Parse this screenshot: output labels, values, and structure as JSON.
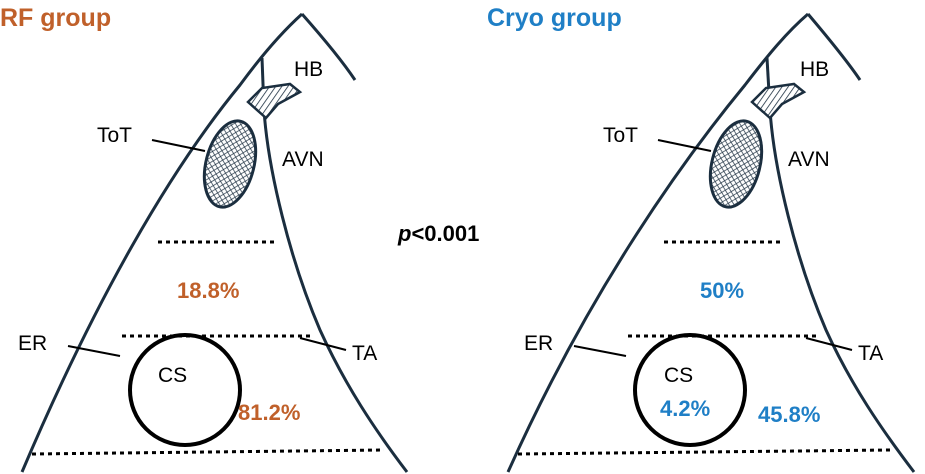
{
  "colors": {
    "rf": "#c0602a",
    "cryo": "#1f7fc6",
    "outline": "#1b2e3f"
  },
  "p_value": {
    "italic_part": "p",
    "rest": "<0.001"
  },
  "panels": [
    {
      "title": "RF group",
      "labels": {
        "hb": "HB",
        "tot": "ToT",
        "avn": "AVN",
        "er": "ER",
        "ta": "TA",
        "cs": "CS"
      },
      "middle_pct": "18.8%",
      "inferior_pct": "81.2%",
      "cs_pct": ""
    },
    {
      "title": "Cryo group",
      "labels": {
        "hb": "HB",
        "tot": "ToT",
        "avn": "AVN",
        "er": "ER",
        "ta": "TA",
        "cs": "CS"
      },
      "middle_pct": "50%",
      "inferior_pct": "45.8%",
      "cs_pct": "4.2%"
    }
  ]
}
